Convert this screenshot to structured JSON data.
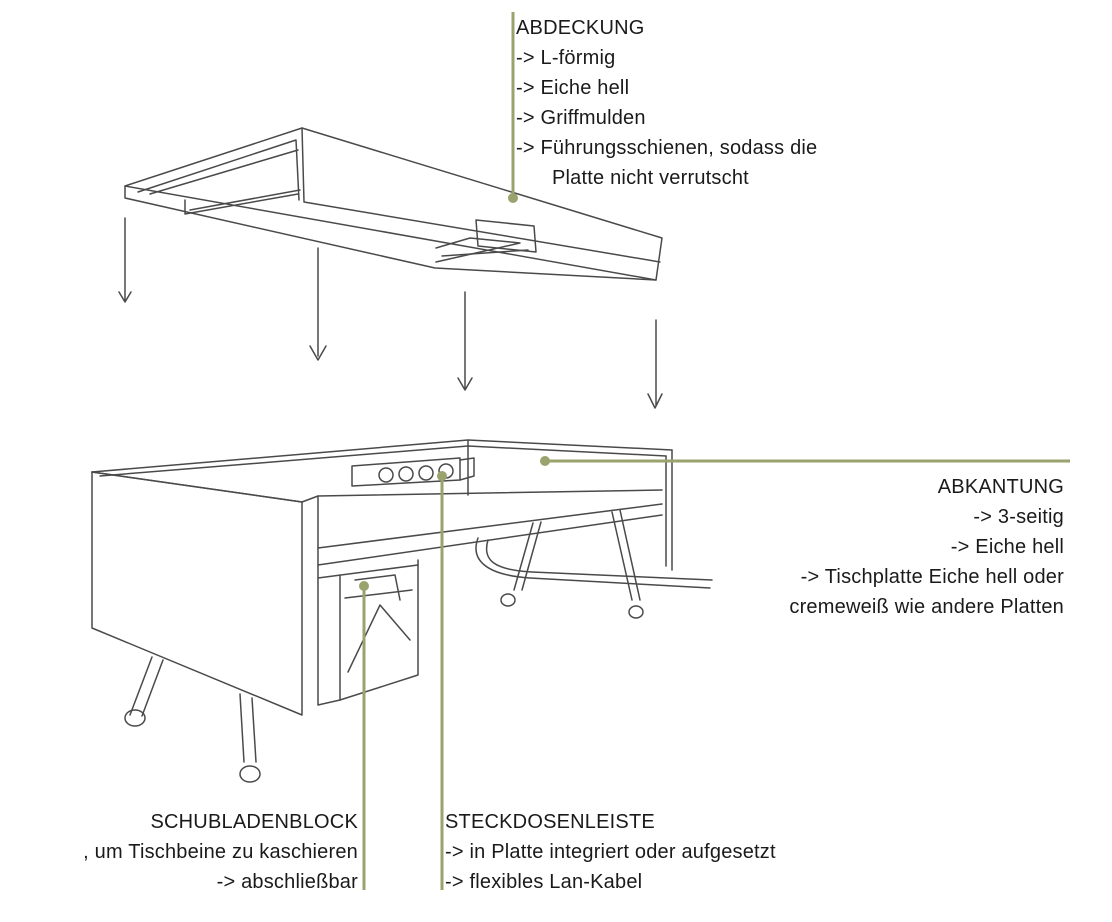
{
  "colors": {
    "leader": "#9aa36e",
    "sketch": "#4a4a4a",
    "text": "#1a1a1a"
  },
  "annotations": {
    "abdeckung": {
      "title": "ABDECKUNG",
      "lines": [
        "-> L-förmig",
        "-> Eiche hell",
        "-> Griffmulden",
        "-> Führungsschienen, sodass die",
        "Platte nicht verrutscht"
      ]
    },
    "abkantung": {
      "title": "ABKANTUNG",
      "lines": [
        "-> 3-seitig",
        "-> Eiche hell",
        "-> Tischplatte Eiche hell oder",
        "cremeweiß wie andere Platten"
      ]
    },
    "schubladenblock": {
      "title": "SCHUBLADENBLOCK",
      "lines": [
        ", um Tischbeine zu kaschieren",
        "-> abschließbar"
      ]
    },
    "steckdosenleiste": {
      "title": "STECKDOSENLEISTE",
      "lines": [
        "-> in Platte integriert oder aufgesetzt",
        "-> flexibles Lan-Kabel"
      ]
    }
  }
}
